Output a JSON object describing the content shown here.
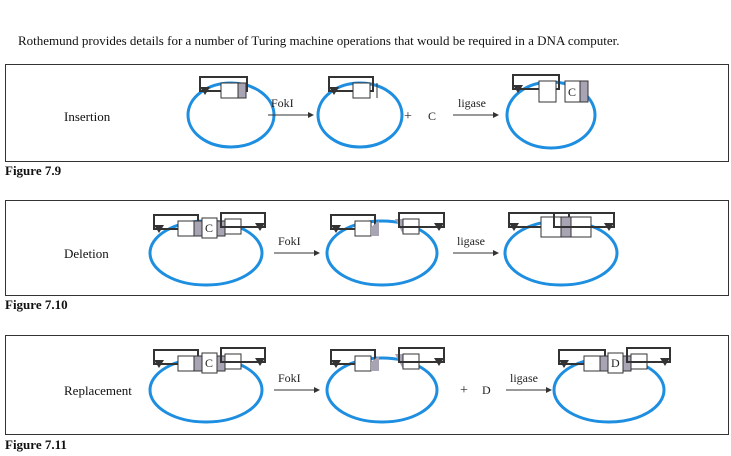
{
  "intro": "Rothemund provides details for a number of Turing machine operations that would be required in a DNA computer.",
  "panels": [
    {
      "label": "Insertion",
      "caption": "Figure 7.9",
      "enzyme": "FokI",
      "reagent": "C",
      "ligase": "ligase",
      "box_c": "C"
    },
    {
      "label": "Deletion",
      "caption": "Figure 7.10",
      "enzyme": "FokI",
      "ligase": "ligase",
      "box_c": "C"
    },
    {
      "label": "Replacement",
      "caption": "Figure 7.11",
      "enzyme": "FokI",
      "reagent": "D",
      "ligase": "ligase",
      "box_c": "C",
      "box_d": "D"
    }
  ],
  "colors": {
    "ring": "#1e8ee0",
    "strand": "#333333",
    "site": "#a8a4b4"
  },
  "symbols": {
    "plus": "+"
  }
}
